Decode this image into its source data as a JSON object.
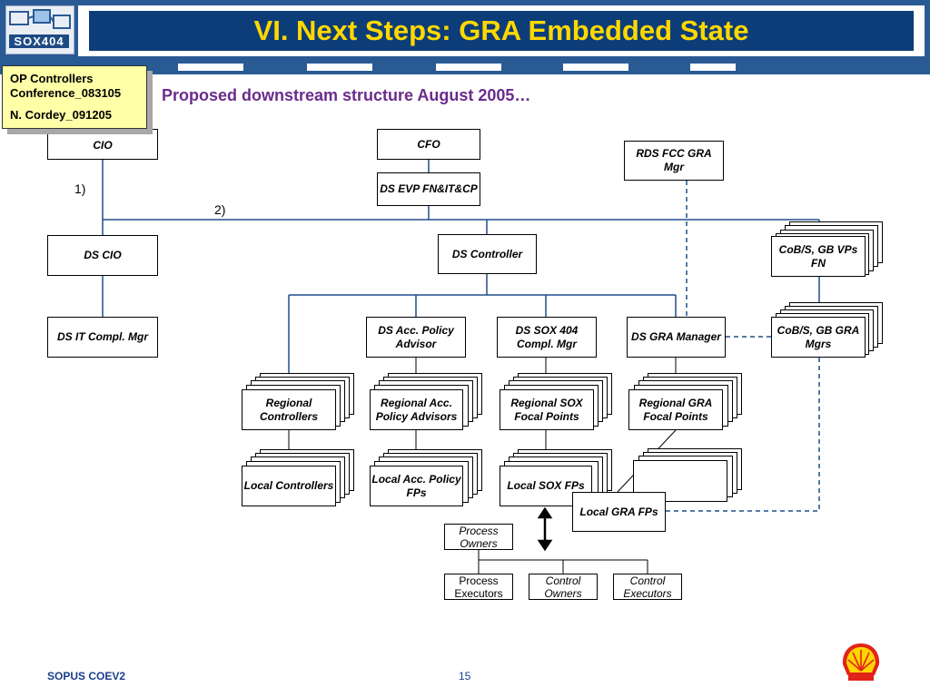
{
  "slide": {
    "title": "VI. Next Steps: GRA Embedded State",
    "subtitle": "Proposed downstream structure August 2005…",
    "logo_text": "SOX404",
    "note": {
      "line1": "OP Controllers",
      "line2": "Conference_083105",
      "line3": "N. Cordey_091205"
    },
    "footer_left": "SOPUS COEV2",
    "page_number": "15",
    "colors": {
      "header": "#2a5a94",
      "title_bg": "#0d3d78",
      "title_text": "#ffd800",
      "subtitle": "#6a2c8c",
      "line": "#1f4e8c"
    }
  },
  "labels": {
    "l1": "1)",
    "l2": "2)"
  },
  "nodes": {
    "cio": "CIO",
    "cfo": "CFO",
    "ds_evp": "DS EVP FN&IT&CP",
    "rds_fcc": "RDS FCC GRA Mgr",
    "ds_cio": "DS CIO",
    "ds_controller": "DS Controller",
    "cob_vps": "CoB/S, GB VPs FN",
    "ds_it_compl": "DS IT Compl. Mgr",
    "ds_acc_policy": "DS Acc. Policy Advisor",
    "ds_sox404": "DS SOX 404 Compl. Mgr",
    "ds_gra_mgr": "DS GRA Manager",
    "cob_gra": "CoB/S, GB GRA Mgrs",
    "reg_controllers": "Regional Controllers",
    "reg_acc_policy": "Regional Acc. Policy Advisors",
    "reg_sox": "Regional SOX Focal Points",
    "reg_gra": "Regional GRA Focal Points",
    "local_controllers": "Local Controllers",
    "local_acc_policy": "Local Acc. Policy FPs",
    "local_sox": "Local SOX FPs",
    "local_gra": "Local GRA FPs",
    "process_owners": "Process Owners",
    "process_executors": "Process Executors",
    "control_owners": "Control Owners",
    "control_executors": "Control Executors"
  }
}
